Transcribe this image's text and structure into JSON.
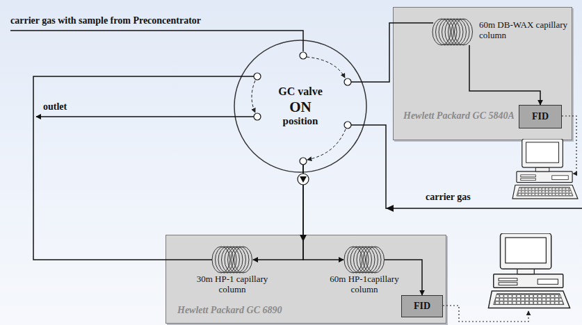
{
  "diagram": {
    "nodes": [
      {
        "text": [
          "GC valve",
          "ON",
          "position"
        ]
      },
      {
        "text": [
          "Hewlett Packard GC 5840A"
        ]
      },
      {
        "text": [
          "60m DB-WAX capillary column"
        ],
        "in": 1
      },
      {
        "text": [
          "FID"
        ],
        "in": 1
      },
      {
        "text": [
          "Hewlett Packard GC 6890"
        ]
      },
      {
        "text": [
          "30m HP-1 capillary column"
        ],
        "in": 4
      },
      {
        "text": [
          "60m HP-1capillary column"
        ],
        "in": 4
      },
      {
        "text": [
          "FID"
        ],
        "in": 4
      }
    ],
    "edges": [
      {
        "from": 0,
        "to": 2,
        "arrow": "none"
      },
      {
        "from": 2,
        "to": 3,
        "arrow": "to"
      },
      {
        "from": 0,
        "to": 5,
        "arrow": "to"
      },
      {
        "from": 0,
        "to": 6,
        "arrow": "to"
      },
      {
        "from": 5,
        "to": 0,
        "arrow": "none"
      },
      {
        "from": 6,
        "to": 7,
        "arrow": "to"
      }
    ],
    "labels": [
      "carrier gas with sample from Preconcentrator",
      "outlet",
      "carrier gas"
    ]
  }
}
